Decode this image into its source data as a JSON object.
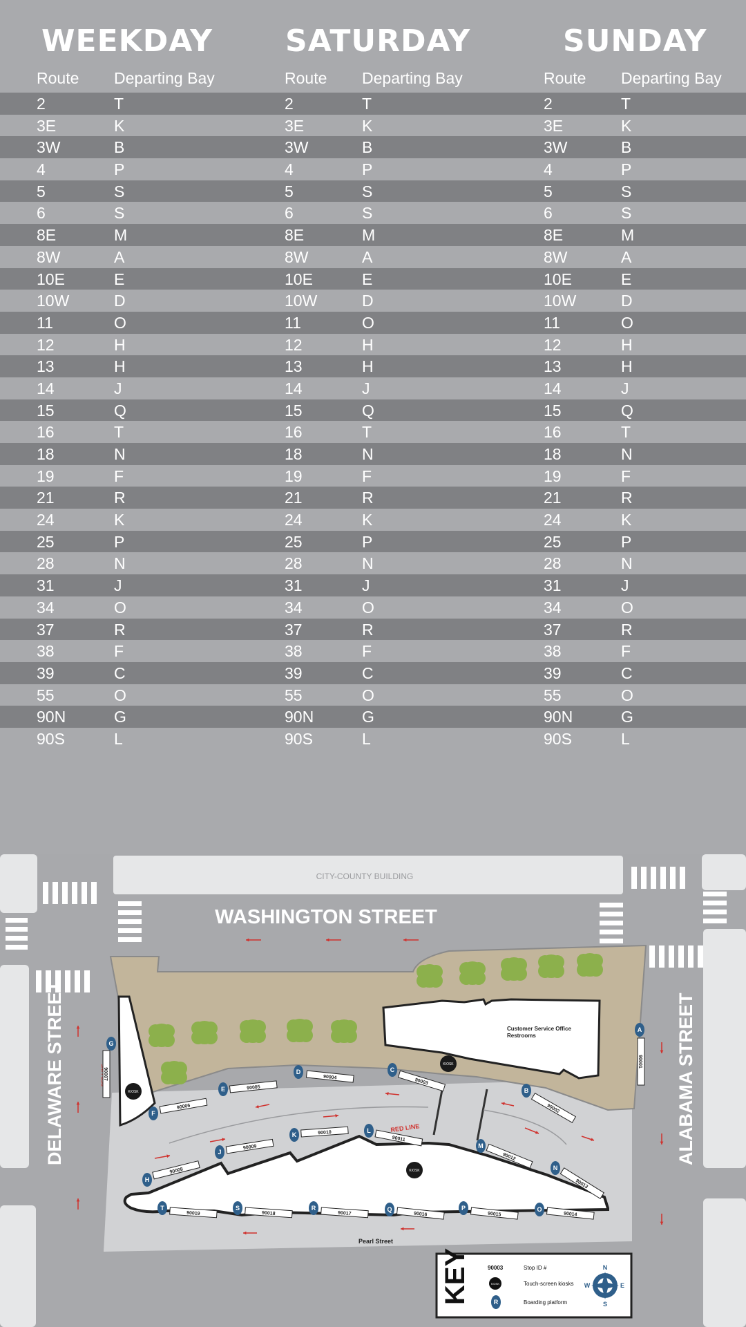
{
  "schedule": {
    "days": [
      {
        "title": "WEEKDAY",
        "route_header": "Route",
        "bay_header": "Departing Bay"
      },
      {
        "title": "SATURDAY",
        "route_header": "Route",
        "bay_header": "Departing Bay"
      },
      {
        "title": "SUNDAY",
        "route_header": "Route",
        "bay_header": "Departing Bay"
      }
    ],
    "rows": [
      {
        "route": "2",
        "bay": "T"
      },
      {
        "route": "3E",
        "bay": "K"
      },
      {
        "route": "3W",
        "bay": "B"
      },
      {
        "route": "4",
        "bay": "P"
      },
      {
        "route": "5",
        "bay": "S"
      },
      {
        "route": "6",
        "bay": "S"
      },
      {
        "route": "8E",
        "bay": "M"
      },
      {
        "route": "8W",
        "bay": "A"
      },
      {
        "route": "10E",
        "bay": "E"
      },
      {
        "route": "10W",
        "bay": "D"
      },
      {
        "route": "11",
        "bay": "O"
      },
      {
        "route": "12",
        "bay": "H"
      },
      {
        "route": "13",
        "bay": "H"
      },
      {
        "route": "14",
        "bay": "J"
      },
      {
        "route": "15",
        "bay": "Q"
      },
      {
        "route": "16",
        "bay": "T"
      },
      {
        "route": "18",
        "bay": "N"
      },
      {
        "route": "19",
        "bay": "F"
      },
      {
        "route": "21",
        "bay": "R"
      },
      {
        "route": "24",
        "bay": "K"
      },
      {
        "route": "25",
        "bay": "P"
      },
      {
        "route": "28",
        "bay": "N"
      },
      {
        "route": "31",
        "bay": "J"
      },
      {
        "route": "34",
        "bay": "O"
      },
      {
        "route": "37",
        "bay": "R"
      },
      {
        "route": "38",
        "bay": "F"
      },
      {
        "route": "39",
        "bay": "C"
      },
      {
        "route": "55",
        "bay": "O"
      },
      {
        "route": "90N",
        "bay": "G"
      },
      {
        "route": "90S",
        "bay": "L"
      }
    ]
  },
  "map": {
    "city_county_building": "CITY-COUNTY BUILDING",
    "washington_street": "WASHINGTON STREET",
    "delaware_street": "DELAWARE STREET",
    "alabama_street": "ALABAMA STREET",
    "pearl_street": "Pearl Street",
    "customer_service": "Customer Service Office",
    "restrooms": "Restrooms",
    "kiosk": "KIOSK",
    "red_line": "RED LINE",
    "bays": [
      {
        "letter": "A",
        "stop": "90001"
      },
      {
        "letter": "B",
        "stop": "90002"
      },
      {
        "letter": "C",
        "stop": "90003"
      },
      {
        "letter": "D",
        "stop": "90004"
      },
      {
        "letter": "E",
        "stop": "90005"
      },
      {
        "letter": "F",
        "stop": "90006"
      },
      {
        "letter": "G",
        "stop": "90007"
      },
      {
        "letter": "H",
        "stop": "90008"
      },
      {
        "letter": "J",
        "stop": "90009"
      },
      {
        "letter": "K",
        "stop": "90010"
      },
      {
        "letter": "L",
        "stop": "90011"
      },
      {
        "letter": "M",
        "stop": "90012"
      },
      {
        "letter": "N",
        "stop": "90013"
      },
      {
        "letter": "O",
        "stop": "90014"
      },
      {
        "letter": "P",
        "stop": "90015"
      },
      {
        "letter": "Q",
        "stop": "90016"
      },
      {
        "letter": "R",
        "stop": "90017"
      },
      {
        "letter": "S",
        "stop": "90018"
      },
      {
        "letter": "T",
        "stop": "90019"
      }
    ],
    "key": {
      "title": "KEY",
      "stop_example": "90003",
      "stop_label": "Stop ID #",
      "kiosk_label": "Touch-screen kiosks",
      "platform_letter": "R",
      "platform_label": "Boarding platform",
      "compass": {
        "n": "N",
        "e": "E",
        "s": "S",
        "w": "W"
      }
    }
  },
  "colors": {
    "background": "#a9aaad",
    "dark_row": "#808184",
    "plaza": "#c2b59b",
    "tree": "#8cb04c",
    "bay_marker": "#2f5f8a",
    "arrow_red": "#d0312d"
  }
}
